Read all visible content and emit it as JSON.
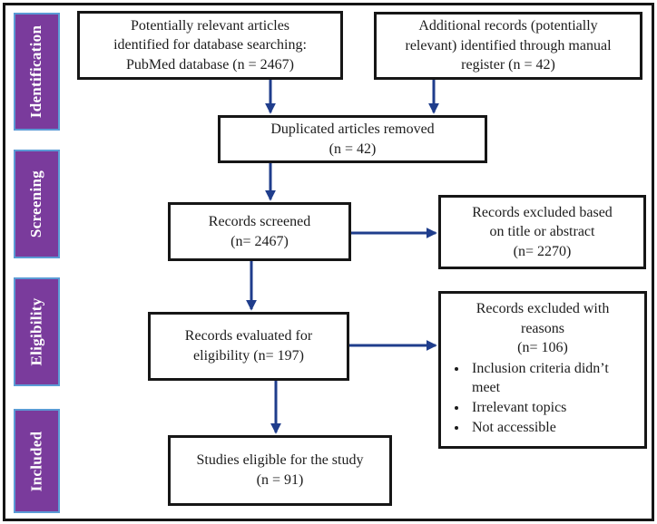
{
  "sidebar": {
    "stages": [
      {
        "label": "Identification"
      },
      {
        "label": "Screening"
      },
      {
        "label": "Eligibility"
      },
      {
        "label": "Included"
      }
    ]
  },
  "boxes": {
    "database_search": {
      "text": "Potentially relevant articles\nidentified for database searching:\nPubMed database (n = 2467)"
    },
    "manual_register": {
      "text": "Additional records (potentially\nrelevant) identified through manual\nregister (n = 42)"
    },
    "duplicates_removed": {
      "text": "Duplicated articles removed\n(n = 42)"
    },
    "records_screened": {
      "text": "Records screened\n(n= 2467)"
    },
    "excluded_title_abstract": {
      "text": "Records excluded based\non title or abstract\n(n= 2270)"
    },
    "evaluated_eligibility": {
      "text": "Records evaluated for\neligibility (n= 197)"
    },
    "excluded_reasons": {
      "title": "Records excluded with\nreasons\n(n= 106)",
      "bullets": [
        "Inclusion criteria didn’t meet",
        "Irrelevant topics",
        "Not accessible"
      ]
    },
    "studies_eligible": {
      "text": "Studies eligible for the study\n(n = 91)"
    }
  },
  "colors": {
    "stage_fill": "#7A3B9C",
    "stage_border": "#5B9BD5",
    "arrow": "#1F3D8C",
    "box_border": "#161616"
  }
}
